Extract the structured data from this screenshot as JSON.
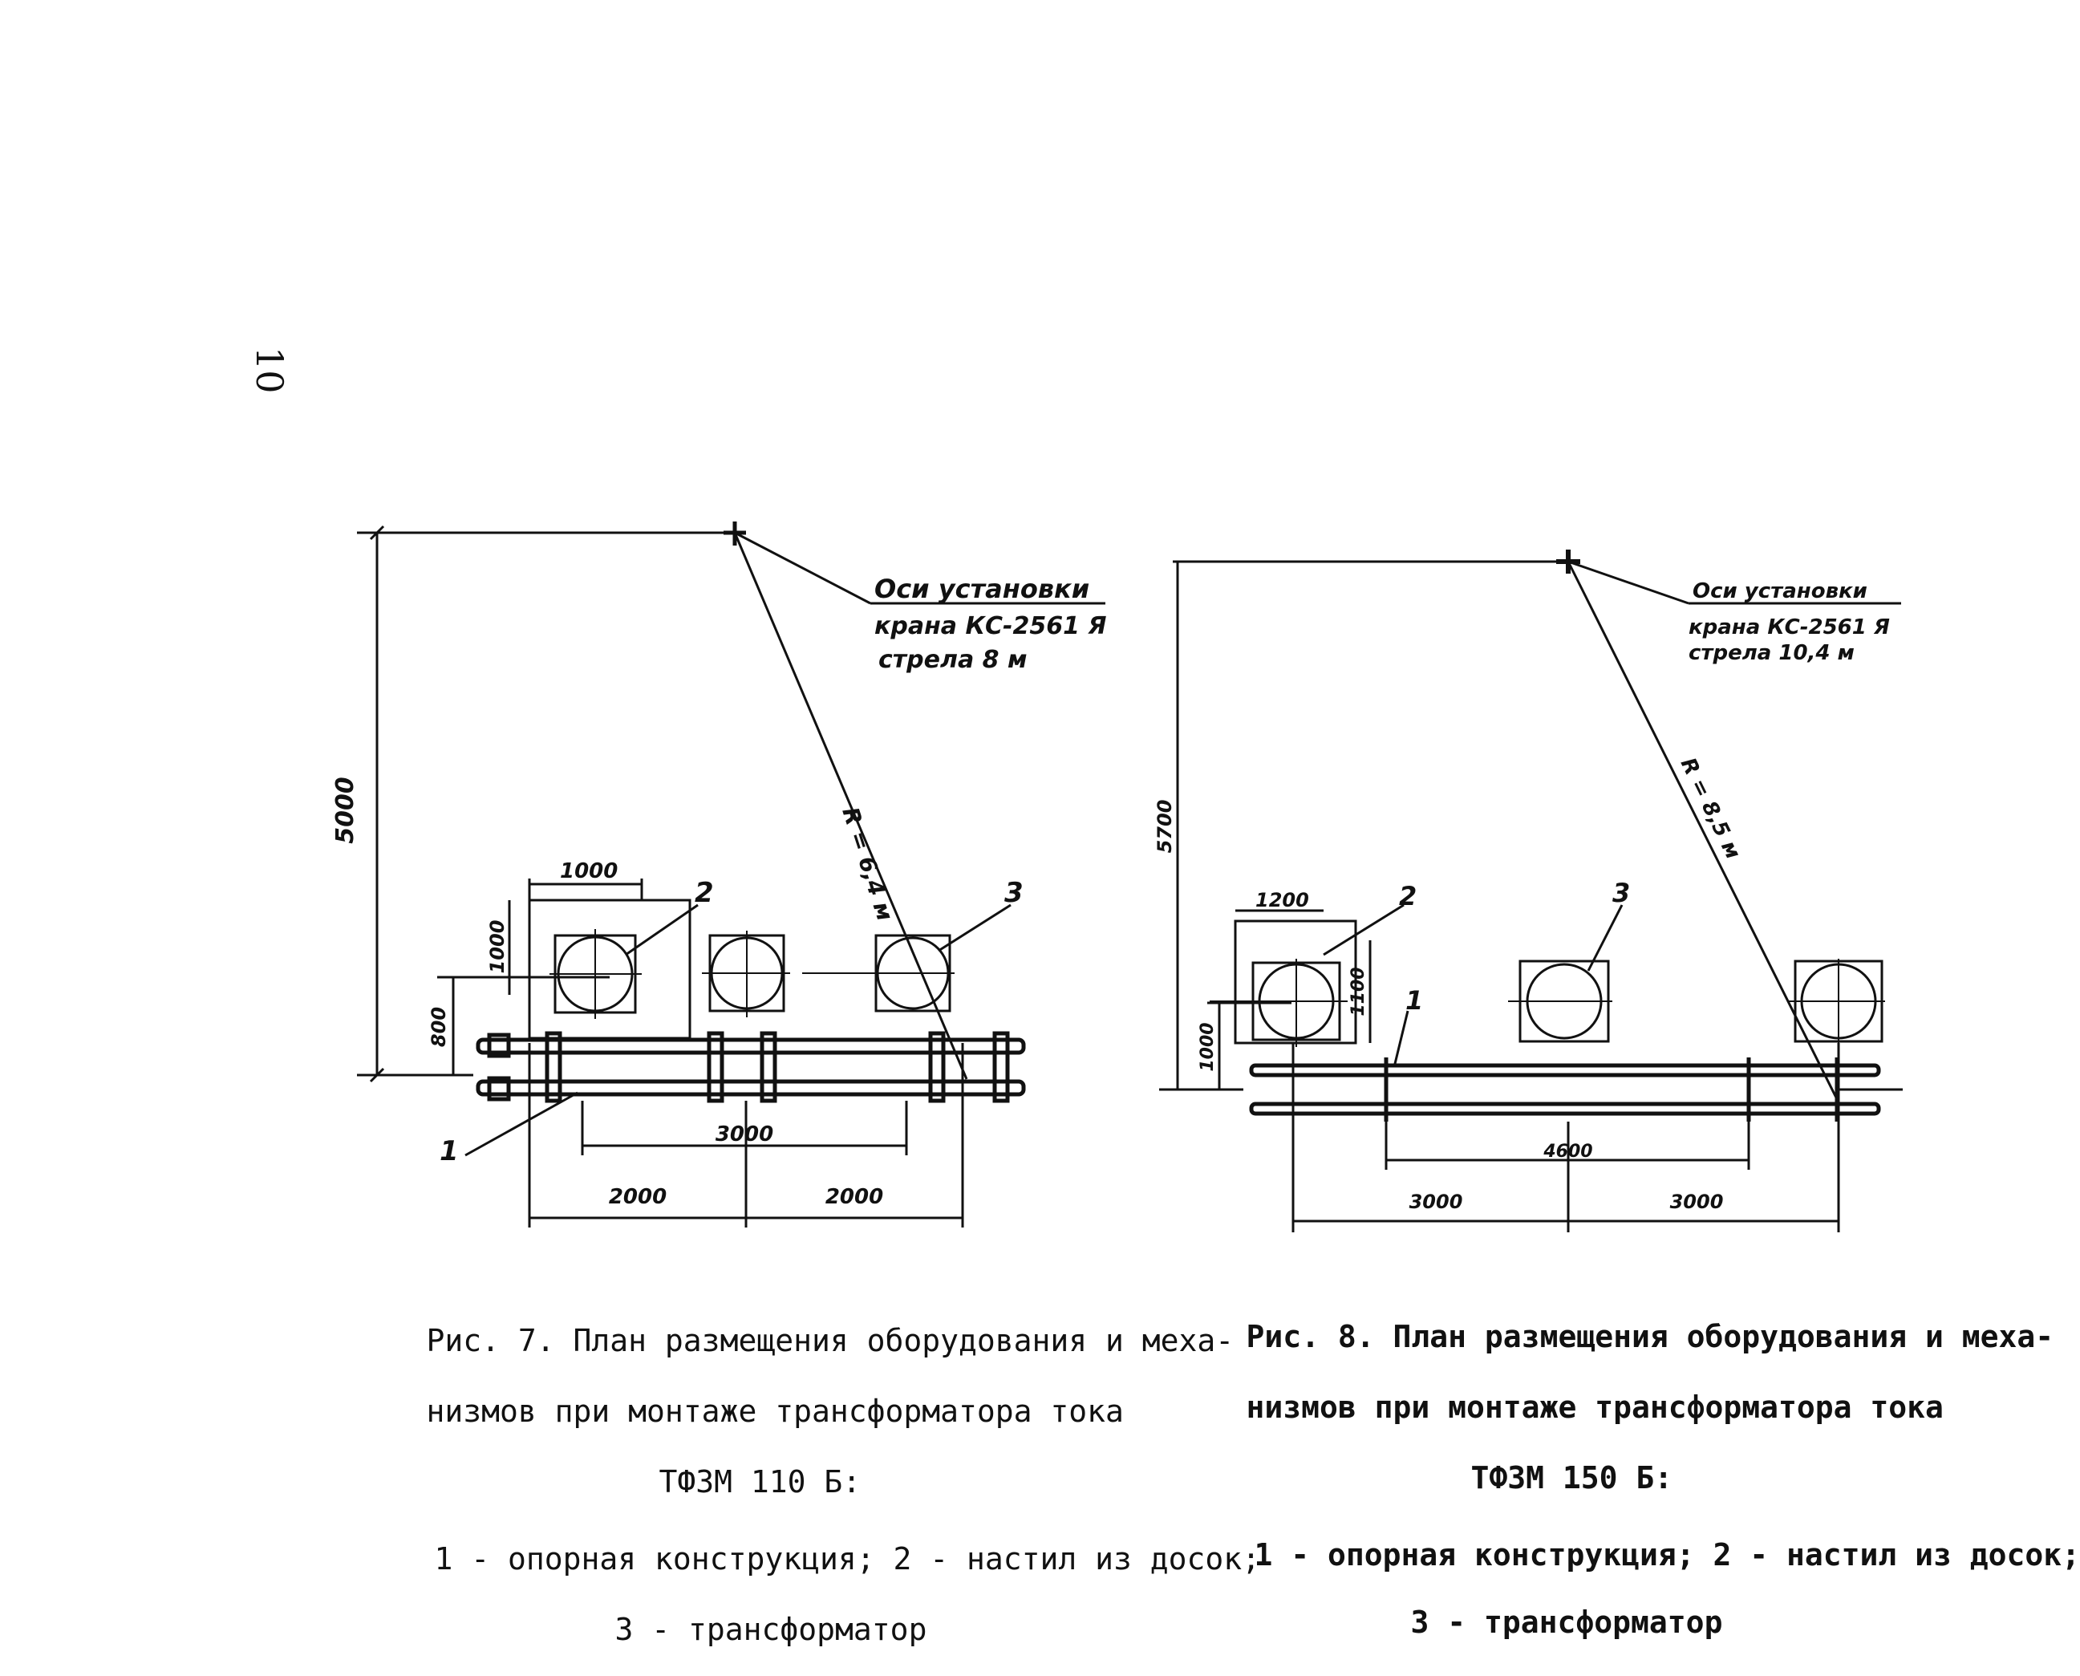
{
  "page_number": "10",
  "figure7": {
    "crane_note": [
      "Оси установки",
      "крана КС-2561 Я",
      "стрела 8 м"
    ],
    "radius_label": "R = 6,4 м",
    "dim_vertical": "5000",
    "dim_platform_w": "1000",
    "dim_platform_h": "1000",
    "dim_offset": "800",
    "dim_spacing": "3000",
    "dim_left": "2000",
    "dim_right": "2000",
    "callout_1": "1",
    "callout_2": "2",
    "callout_3": "3",
    "caption": {
      "line1": "Рис. 7. План размещения оборудования и меха-",
      "line2": "низмов при монтаже трансформатора тока",
      "line3": "ТФЗМ 110 Б:",
      "line4": "1 - опорная конструкция; 2 - настил из досок;",
      "line5": "3 - трансформатор"
    }
  },
  "figure8": {
    "crane_note": [
      "Оси установки",
      "крана КС-2561 Я",
      "стрела 10,4 м"
    ],
    "radius_label": "R = 8,5 м",
    "dim_vertical": "5700",
    "dim_platform_w": "1200",
    "dim_platform_h": "1100",
    "dim_offset": "1000",
    "dim_spacing": "4600",
    "dim_left": "3000",
    "dim_right": "3000",
    "callout_1": "1",
    "callout_2": "2",
    "callout_3": "3",
    "caption": {
      "line1": "Рис. 8. План размещения оборудования и меха-",
      "line2": "низмов при монтаже трансформатора тока",
      "line3": "ТФЗМ 150 Б:",
      "line4": "1 - опорная конструкция; 2 - настил из досок;",
      "line5": "3 - трансформатор"
    }
  }
}
